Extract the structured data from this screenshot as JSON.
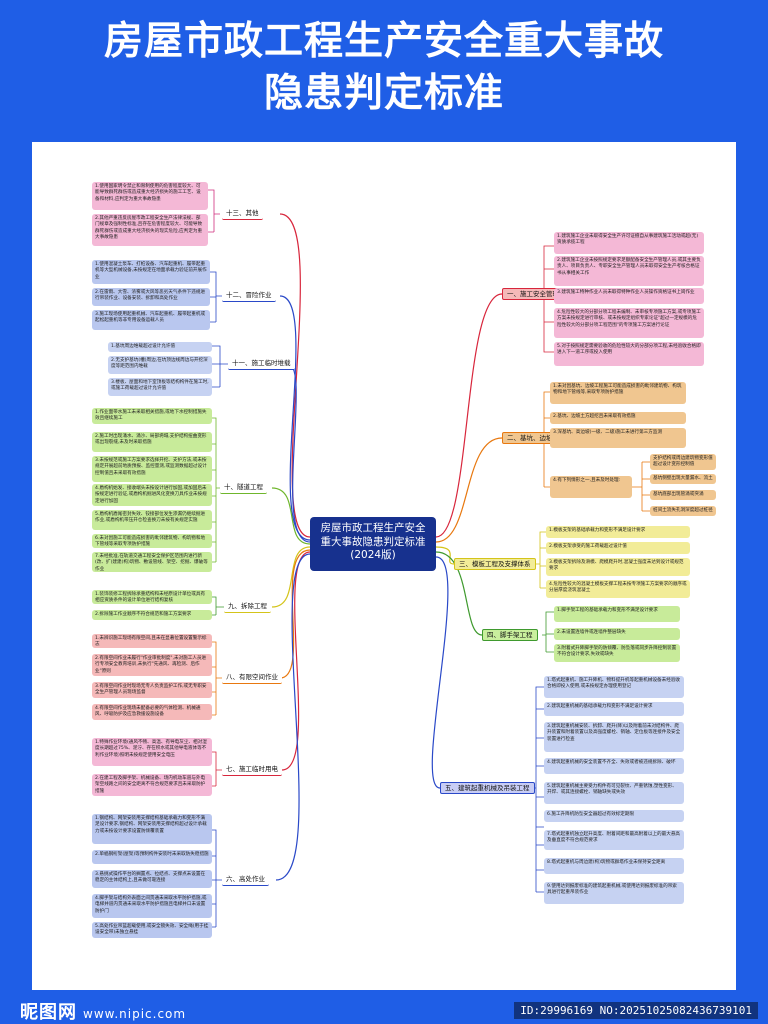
{
  "title": {
    "line1": "房屋市政工程生产安全重大事故",
    "line2": "隐患判定标准"
  },
  "center": {
    "line1": "房屋市政工程生产安全",
    "line2": "重大事故隐患判定标准",
    "line3": "(2024版)"
  },
  "categories": {
    "c1": "一、施工安全管理",
    "c2": "二、基坑、边坡工程",
    "c3": "三、模板工程及支撑体系",
    "c4": "四、脚手架工程",
    "c5": "五、建筑起重机械及吊装工程",
    "c6": "六、高处作业",
    "c7": "七、施工临时用电",
    "c8": "八、有限空间作业",
    "c9": "九、拆除工程",
    "c10": "十、隧道工程",
    "c11": "十一、施工临时堆载",
    "c12": "十二、冒险作业",
    "c13": "十三、其他"
  },
  "items": {
    "i1": [
      "1.建筑施工企业未取得安全生产许可证擅自从事建筑施工活动或超(无)资质承揽工程",
      "2.建筑施工企业未按照规定要求足额配备安全生产管理人员,或其主要负责人、项目负责人、专职安全生产管理人员未取得安全生产考核合格证书从事相关工作",
      "3.建筑施工特种作业人员未取得特种作业人员操作资格证书上岗作业",
      "4.危险性较大的分部分项工程未编制、未审核专项施工方案,或专项施工方案未按规定进行审核、或未按规定组织专家论证\"超过一定规模的危险性较大的分部分项工程范围\"的专项施工方案进行论证",
      "5.对于按照规定需要验收的危险性较大的分部分项工程,未经验收合格即进入下一道工序或投入使用"
    ],
    "i2": [
      "1.未对因基坑、边坡工程施工可能造成损害的毗邻建筑物、构筑物和地下管线等,采取专项防护措施",
      "2.基坑、边坡土方超挖且未采取有效措施",
      "3.深基坑、高边坡(一级、二级)施工未进行第三方监测",
      "4.有下列情形之一,且未及时处理:"
    ],
    "i2sub": [
      "支护结构或周边建筑物变形值超过设计变形控制值",
      "基坑侧壁出现大量漏水、流土",
      "基坑底部出现管涌或突涌",
      "桩间土流失孔洞深度超过桩径"
    ],
    "i3": [
      "1.模板支架的基础承载力和变形不满足设计要求",
      "2.模板支架承受的施工荷载超过设计值",
      "3.模板支架拆除及滑模、爬模爬升时,混凝土强度未达到设计或规范要求",
      "4.危险性较大的混凝土模板支撑工程未按专项施工方案要求的顺序或分层厚度浇筑混凝土"
    ],
    "i4": [
      "1.脚手架工程的基础承载力和变形不满足设计要求",
      "2.未设置连墙件或连墙件整层缺失",
      "3.附着式升降脚手架的防倾覆、防坠落或同步升降控制装置不符合设计要求,失效或缺失"
    ],
    "i5": [
      "1.塔式起重机、施工升降机、物料提升机等起重机械设备未经验收合格即投入使用,或未按规定办理使用登记",
      "2.建筑起重机械的基础承载力和变形不满足设计要求",
      "3.建筑起重机械安装、拆卸、爬升(降)以及附着前未对结构件、爬升装置和附着装置以及高强度螺栓、销轴、定位板等连接件及安全装置进行检查",
      "4.建筑起重机械的安全装置不齐全、失效或者被违规拆除、破坏",
      "5.建筑起重机械主要受力构件有可见裂纹、严重锈蚀,塑性变形、开焊、或其连接螺栓、销轴缺失或失效",
      "6.施工升降机防坠安全器超过有效标定期限",
      "7.塔式起重机独立起升高度、附着间距和最高附着以上的最大悬高及垂直度不符合规范要求",
      "8.塔式起重机与周边建(构)筑物或群塔作业未保持安全距离",
      "9.使用达到报废标准的建筑起重机械,或使用达到报废标准的吊索具进行起重吊装作业"
    ],
    "i6": [
      "1.钢结构、网架安装用支撑结构基础承载力和变形不满足设计要求,钢结构、网架安装用支撑结构超过设计承载力或未按设计要求设置防倾覆装置",
      "2.单榀钢桁架(屋架)等预制构件安装时未采取防失稳措施",
      "3.悬挑式操作平台的搁置点、拉结点、支撑点未设置在稳定的主体结构上,且未做可靠连接",
      "4.脚手架与结构外表面之间贯通未采取水平防护措施,或电梯井道内贯通未采取水平防护措施且电梯井口未设置防护门",
      "5.高处作业吊篮超载使用,或安全锁失效、安全绳(用于挂设安全带)未独立悬挂"
    ],
    "i7": [
      "1.特殊作业环境(通风不畅、高温、有导电灰尘、相对湿度长期超过75%、泥泞、存在积水或其他导电液体等不利作业环境)照明未按规定使用安全电压",
      "2.在建工程及脚手架、机械设备、场内机动车道与外电架空线路之间的安全距离不符合规范要求且未采取防护措施"
    ],
    "i8": [
      "1.未辨识施工现场有限空间,且未在显著位置设置警示标志",
      "2.有限空间作业未履行\"作业审批制度\",未对施工人员进行专项安全教育培训,未执行\"先通风、再检测、后作业\"原则",
      "3.有限空间作业时现场无专人负责监护工作,或无专职安全生产管理人员现场监督",
      "4.有限空间作业现场未配备必要的气体检测、机械通风、呼吸防护及应急救援设施设备"
    ],
    "i9": [
      "1.装饰装修工程拆除承重结构和未经原设计单位或具有相应资质条件的设计单位进行结构复核",
      "2.拆除施工作业顺序不符合规范和施工方案要求"
    ],
    "i10": [
      "1.作业面带水施工未采取相关措施,或地下水控制措施失效且继续施工",
      "2.施工时出现涌水、涌沙、局部坍塌,支护结构扭曲变形或出现裂缝,未及时采取措施",
      "3.未按规范或施工方案要求选择开挖、支护方法,或未按规定开展超前地质预报、监控量测,或监测数据超过设计控制值且未采取有效措施",
      "4.盾构机始发、接收端头未按设计进行加固,或加固后未按规定进行验证,或盾构机掘进风化变换刀具作业未按规定进行加固",
      "5.盾构机盾尾密封失效、铰接部位发生渗漏仍继续掘进作业,或盾构机带压开仓检查换刀未按有关规定实施",
      "6.未对因施工可能造成损害的毗邻建筑物、构筑物和地下管线等采取专项防护措施",
      "7.未经批准,在轨道交通工程安全保护区范围内进行新(改、扩)建建(构)筑物、敷设管线、架空、挖掘、爆破等作业"
    ],
    "i11": [
      "1.基坑周边堆载超过设计允许值",
      "2.无支护基坑(槽)周边,在坑顶边线周边与开挖深度等距范围内堆载",
      "3.楼板、屋面和地下室顶板等结构构件在施工时,或施工荷载超过设计允许值"
    ],
    "i12": [
      "1.使用混凝土泵车、打桩设备、汽车起重机、履带起重机等大型机械设备,未按规定在地面承载力验证前开展作业",
      "2.在雷雨、大雪、浓雾或大风等恶劣天气条件下违规进行吊装作业、设备安装、拆卸和高处作业",
      "3.施工现场使用起重机械、汽车起重机、履带起重机或起松起重机等非专用设备运载人员"
    ],
    "i13": [
      "1.使用国家明令禁止和限制使用的危害程度较大、可能导致群死群伤或造成重大经济损失的施工工艺、设备和材料,应判定为重大事故隐患",
      "2.其他严重违反房屋市政工程安全生产法律法规、部门规章及强制性标准,且存在危害程度较大、可能导致群死群伤或造成重大经济损失的现实危险,应判定为重大事故隐患"
    ]
  },
  "watermark": {
    "left": "昵图网",
    "left_sub": "www.nipic.com",
    "right": "ID:29996169 NO:20251025082436739101"
  }
}
